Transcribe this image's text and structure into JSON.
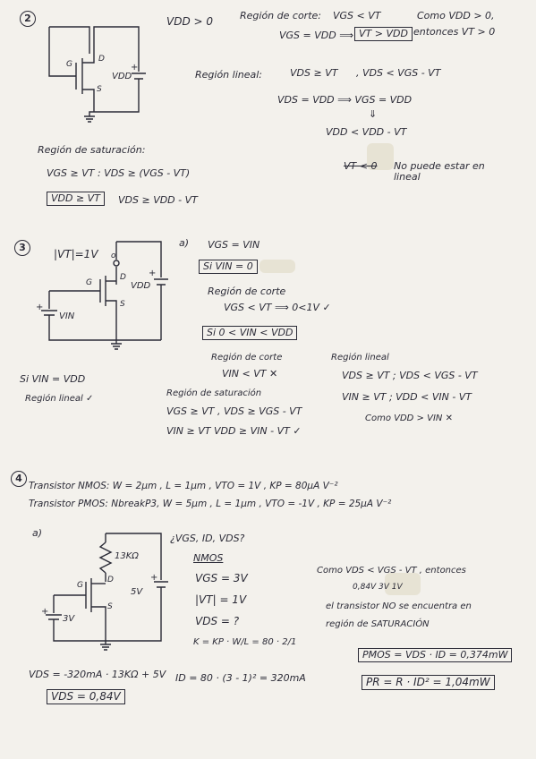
{
  "problem2": {
    "number": "2",
    "vdd_cond": "VDD > 0",
    "cutoff_title": "Región de corte:",
    "cutoff_cond": "VGS < VT",
    "cutoff_sub": "VGS = VDD ⟹",
    "cutoff_box": "VT > VDD",
    "note1": "Como VDD > 0,",
    "note2": "entonces VT > 0",
    "linear_title": "Región lineal:",
    "linear_c1": "VDS ≥ VT",
    "linear_c2": ", VDS < VGS - VT",
    "linear_sub": "VDS = VDD  ⟹  VGS = VDD",
    "arrow": "⇓",
    "linear_result": "VDD < VDD - VT",
    "linear_result2": "VT < 0",
    "linear_note": "No puede estar en lineal",
    "sat_title": "Región de saturación:",
    "sat_cond": "VGS ≥ VT  :  VDS ≥ (VGS - VT)",
    "sat_box": "VDD ≥ VT",
    "sat_cond2": "VDS ≥ VDD - VT",
    "labels": {
      "g": "G",
      "d": "D",
      "s": "S",
      "vdd": "VDD",
      "plus": "+"
    }
  },
  "problem3": {
    "number": "3",
    "vt": "|VT|=1V",
    "part_a": "a)",
    "vgs": "VGS = VIN",
    "box1": "Si VIN = 0",
    "cutoff_title": "Región de corte",
    "cutoff_cond": "VGS < VT  ⟹  0<1V ✓",
    "box2": "Si  0 < VIN < VDD",
    "cutoff2_title": "Región de corte",
    "cutoff2_cond": "VIN < VT  ✕",
    "linear_title": "Región lineal",
    "linear_c1": "VDS ≥ VT   ;  VDS < VGS - VT",
    "linear_c2": "VIN ≥ VT   ;  VDD < VIN - VT",
    "linear_note": "Como  VDD > VIN  ✕",
    "sat_title": "Región de saturación",
    "sat_c1": "VGS ≥ VT ,   VDS ≥ VGS - VT",
    "sat_c2": "VIN ≥ VT      VDD ≥ VIN - VT  ✓",
    "vin_vdd": "Si VIN = VDD",
    "vin_vdd_res": "Región lineal ✓",
    "labels": {
      "g": "G",
      "d": "D",
      "s": "S",
      "vdd": "VDD",
      "vin": "VIN",
      "plus": "+",
      "o": "o"
    }
  },
  "problem4": {
    "number": "4",
    "t1": "Transistor   NMOS: W = 2μm ,  L = 1μm ,  VTO = 1V ,  KP = 80μA V⁻²",
    "t2": "Transistor   PMOS: NbreakP3, W = 5μm ,  L = 1μm ,  VTO = -1V ,  KP = 25μA V⁻²",
    "part_a": "a)",
    "question": "¿VGS, ID, VDS?",
    "nmos": "NMOS",
    "vgs": "VGS = 3V",
    "vt": "|VT| = 1V",
    "vds": "VDS = ?",
    "k": "K = KP · W/L = 80 · 2/1",
    "id": "ID = 80 · (3 - 1)² = 320mA",
    "como": "Como  VDS < VGS - VT ,  entonces",
    "como_vals": "0,84V    3V    1V",
    "trans1": "el transistor  NO  se encuentra  en",
    "trans2": "región de  SATURACIÓN",
    "pmos_p": "PMOS = VDS · ID = 0,374mW",
    "pr": "PR = R · ID² = 1,04mW",
    "vds_calc": "VDS = -320mA · 13KΩ + 5V",
    "vds_box": "VDS = 0,84V",
    "labels": {
      "r": "13KΩ",
      "g": "G",
      "d": "D",
      "s": "S",
      "v5": "5V",
      "v3": "3V",
      "plus": "+"
    }
  }
}
